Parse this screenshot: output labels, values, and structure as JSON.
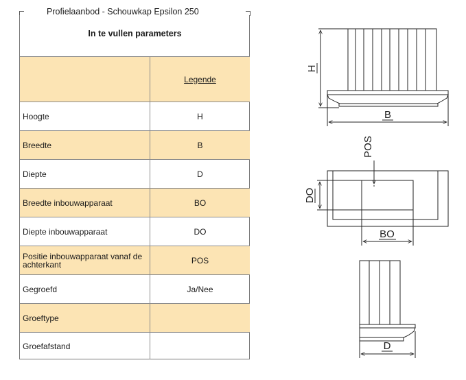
{
  "title": "Profielaanbod - Schouwkap Epsilon 250",
  "table": {
    "header": "In te vullen parameters",
    "legend_label": "Legende",
    "rows": [
      {
        "label": "Hoogte",
        "value": "H"
      },
      {
        "label": "Breedte",
        "value": "B"
      },
      {
        "label": "Diepte",
        "value": "D"
      },
      {
        "label": "Breedte inbouwapparaat",
        "value": "BO"
      },
      {
        "label": "Diepte inbouwapparaat",
        "value": "DO"
      },
      {
        "label": "Positie inbouwapparaat vanaf de achterkant",
        "value": "POS"
      },
      {
        "label": "Gegroefd",
        "value": "Ja/Nee"
      },
      {
        "label": "Groeftype",
        "value": ""
      },
      {
        "label": "Groefafstand",
        "value": ""
      }
    ]
  },
  "drawings": {
    "front_view": {
      "height_label": "H",
      "width_label": "B"
    },
    "top_view": {
      "position_label": "POS",
      "depth_opening_label": "DO",
      "width_opening_label": "BO"
    },
    "side_view": {
      "depth_label": "D"
    }
  },
  "colors": {
    "row_shade": "#fce4b4",
    "line": "#8a8a8a"
  }
}
